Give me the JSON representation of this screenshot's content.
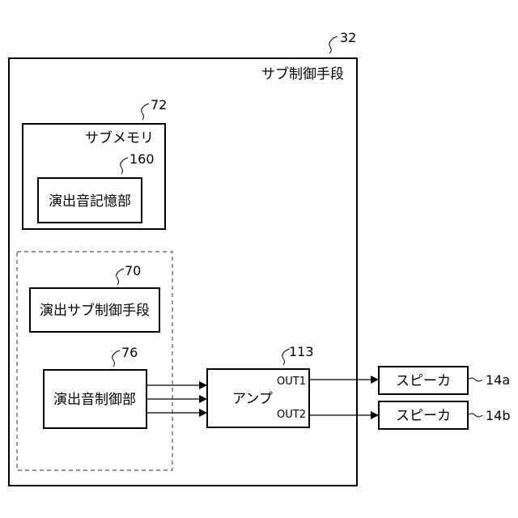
{
  "sub_control": {
    "ref": "32",
    "label": "サブ制御手段"
  },
  "sub_memory": {
    "ref": "72",
    "label": "サブメモリ"
  },
  "effect_sound_memory": {
    "ref": "160",
    "label": "演出音記憶部"
  },
  "effect_sub_control": {
    "ref": "70",
    "label": "演出サブ制御手段"
  },
  "effect_sound_control": {
    "ref": "76",
    "label": "演出音制御部"
  },
  "amp": {
    "ref": "113",
    "label": "アンプ",
    "out1": "OUT1",
    "out2": "OUT2"
  },
  "speaker_a": {
    "ref": "14a",
    "label": "スピーカ"
  },
  "speaker_b": {
    "ref": "14b",
    "label": "スピーカ"
  }
}
